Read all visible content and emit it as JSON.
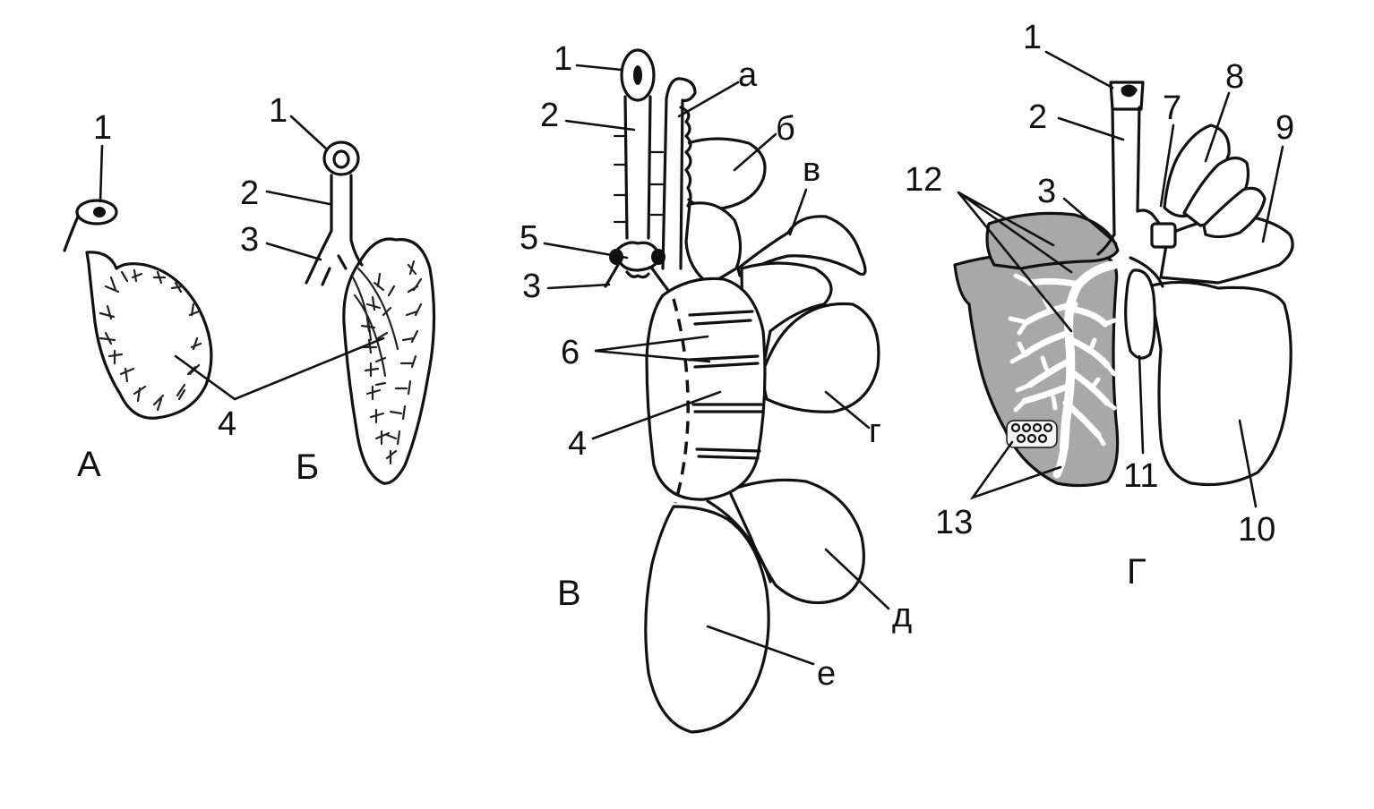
{
  "panels": {
    "a": {
      "label": "А",
      "parts": {
        "p1": "1",
        "p4": "4"
      }
    },
    "b": {
      "label": "Б",
      "parts": {
        "p1": "1",
        "p2": "2",
        "p3": "3"
      }
    },
    "shared_label_4": "4",
    "v": {
      "label": "В",
      "parts": {
        "p1": "1",
        "p2": "2",
        "p5": "5",
        "p3": "3",
        "p6": "6",
        "p4": "4",
        "la": "а",
        "lb": "б",
        "lv": "в",
        "lg": "г",
        "ld": "д",
        "le": "е"
      }
    },
    "g": {
      "label": "Г",
      "parts": {
        "p1": "1",
        "p2": "2",
        "p3": "3",
        "p7": "7",
        "p8": "8",
        "p9": "9",
        "p10": "10",
        "p11": "11",
        "p12": "12",
        "p13": "13"
      }
    }
  }
}
